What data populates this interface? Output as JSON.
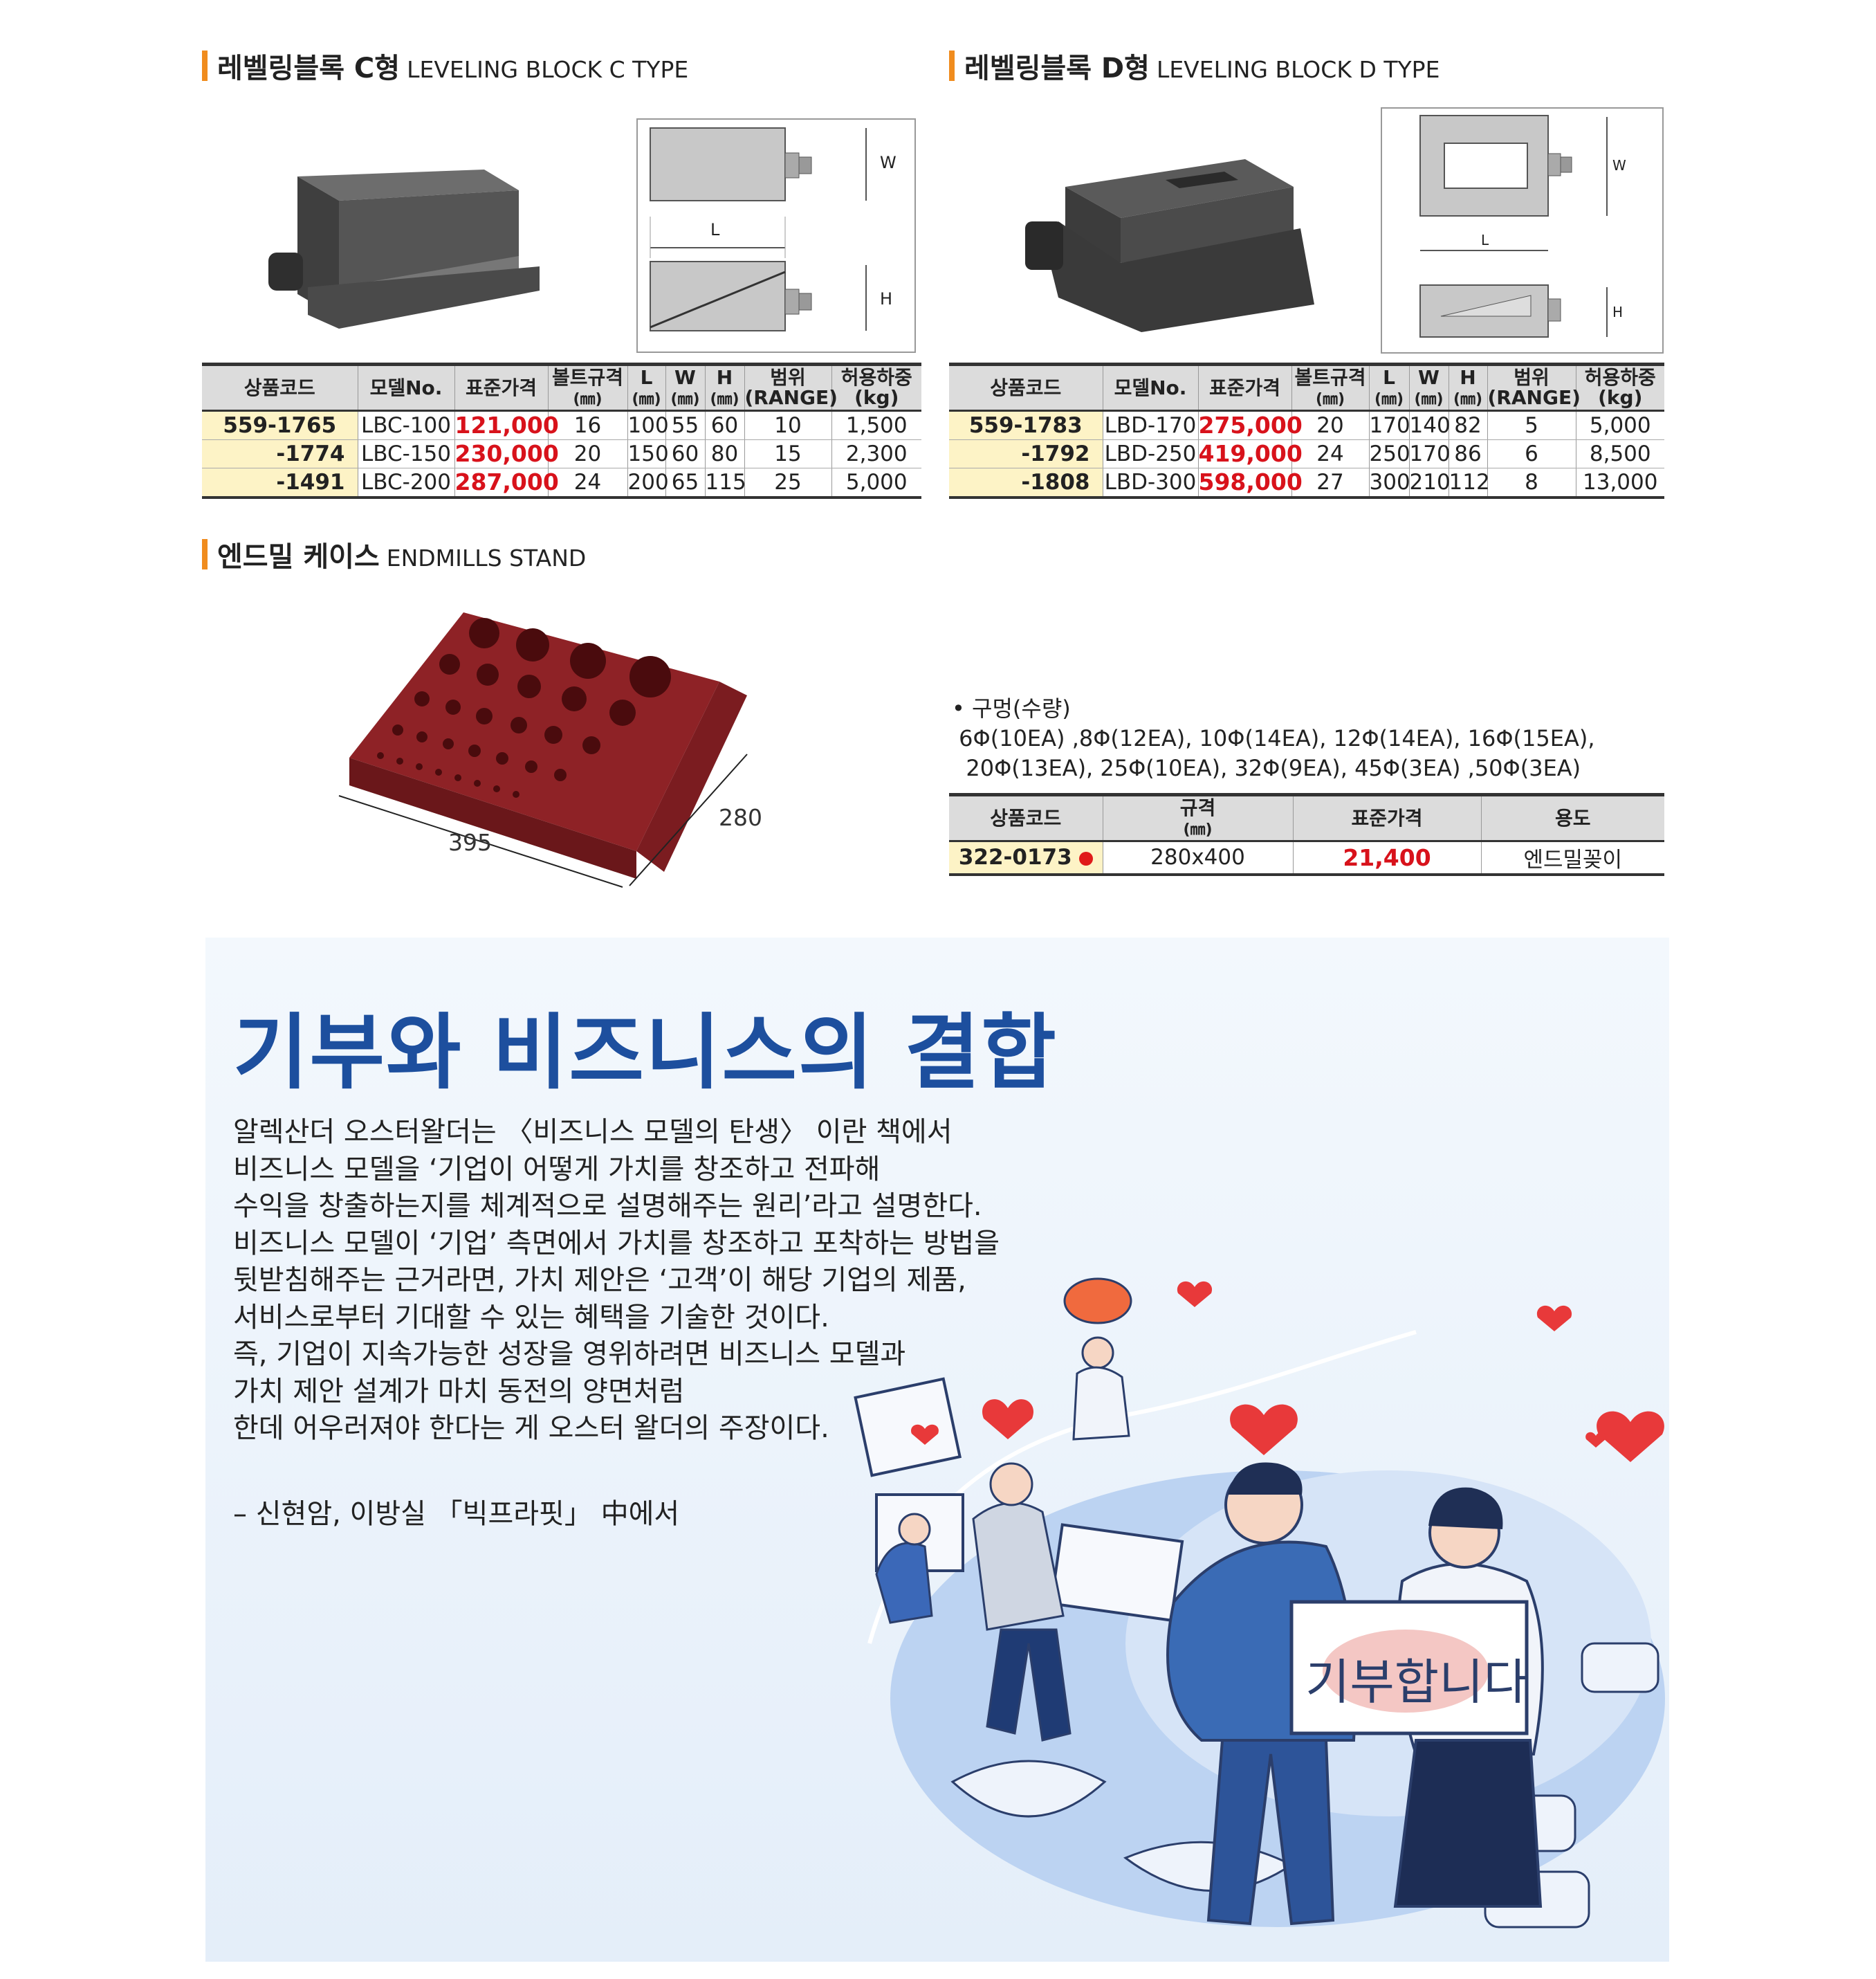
{
  "leveling_c": {
    "title_ko": "레벨링블록 C형",
    "title_en": "LEVELING BLOCK C TYPE",
    "dim_w": "W",
    "dim_l": "L",
    "dim_h": "H",
    "headers": {
      "code": "상품코드",
      "model": "모델No.",
      "price": "표준가격",
      "bolt": "볼트규격",
      "bolt_unit": "(㎜)",
      "l": "L",
      "l_unit": "(㎜)",
      "w": "W",
      "w_unit": "(㎜)",
      "h": "H",
      "h_unit": "(㎜)",
      "range": "범위",
      "range_en": "(RANGE)",
      "load": "허용하중",
      "load_unit": "(kg)"
    },
    "rows": [
      {
        "code": "559-1765",
        "model": "LBC-100",
        "price": "121,000",
        "bolt": "16",
        "l": "100",
        "w": "55",
        "h": "60",
        "range": "10",
        "load": "1,500"
      },
      {
        "code": "-1774",
        "model": "LBC-150",
        "price": "230,000",
        "bolt": "20",
        "l": "150",
        "w": "60",
        "h": "80",
        "range": "15",
        "load": "2,300"
      },
      {
        "code": "-1491",
        "model": "LBC-200",
        "price": "287,000",
        "bolt": "24",
        "l": "200",
        "w": "65",
        "h": "115",
        "range": "25",
        "load": "5,000"
      }
    ]
  },
  "leveling_d": {
    "title_ko": "레벨링블록 D형",
    "title_en": "LEVELING BLOCK D TYPE",
    "dim_w": "W",
    "dim_l": "L",
    "dim_h": "H",
    "headers": {
      "code": "상품코드",
      "model": "모델No.",
      "price": "표준가격",
      "bolt": "볼트규격",
      "bolt_unit": "(㎜)",
      "l": "L",
      "l_unit": "(㎜)",
      "w": "W",
      "w_unit": "(㎜)",
      "h": "H",
      "h_unit": "(㎜)",
      "range": "범위",
      "range_en": "(RANGE)",
      "load": "허용하중",
      "load_unit": "(kg)"
    },
    "rows": [
      {
        "code": "559-1783",
        "model": "LBD-170",
        "price": "275,000",
        "bolt": "20",
        "l": "170",
        "w": "140",
        "h": "82",
        "range": "5",
        "load": "5,000"
      },
      {
        "code": "-1792",
        "model": "LBD-250",
        "price": "419,000",
        "bolt": "24",
        "l": "250",
        "w": "170",
        "h": "86",
        "range": "6",
        "load": "8,500"
      },
      {
        "code": "-1808",
        "model": "LBD-300",
        "price": "598,000",
        "bolt": "27",
        "l": "300",
        "w": "210",
        "h": "112",
        "range": "8",
        "load": "13,000"
      }
    ]
  },
  "endmill": {
    "title_ko": "엔드밀 케이스",
    "title_en": "ENDMILLS STAND",
    "dim_length": "395",
    "dim_depth": "280",
    "holes_title": "• 구멍(수량)",
    "holes_line1": "6Φ(10EA) ,8Φ(12EA), 10Φ(14EA), 12Φ(14EA), 16Φ(15EA),",
    "holes_line2": "20Φ(13EA), 25Φ(10EA), 32Φ(9EA), 45Φ(3EA) ,50Φ(3EA)",
    "headers": {
      "code": "상품코드",
      "spec": "규격",
      "spec_unit": "(㎜)",
      "price": "표준가격",
      "use": "용도"
    },
    "row": {
      "code": "322-0173",
      "spec": "280x400",
      "price": "21,400",
      "use": "엔드밀꽂이"
    }
  },
  "banner": {
    "headline": "기부와 비즈니스의 결합",
    "lines": [
      "알렉산더 오스터왈더는 〈비즈니스 모델의 탄생〉 이란 책에서",
      "비즈니스 모델을 ‘기업이 어떻게 가치를 창조하고 전파해",
      "수익을 창출하는지를 체계적으로 설명해주는 원리’라고 설명한다.",
      "비즈니스 모델이 ‘기업’ 측면에서 가치를 창조하고 포착하는 방법을",
      "뒷받침해주는 근거라면, 가치 제안은 ‘고객’이 해당 기업의 제품,",
      "서비스로부터 기대할 수 있는 혜택을 기술한 것이다.",
      "즉, 기업이 지속가능한 성장을 영위하려면 비즈니스 모델과",
      "가치 제안 설계가 마치 동전의 양면처럼",
      "한데 어우러져야 한다는 게 오스터 왈더의 주장이다."
    ],
    "quote": "– 신현암, 이방실 「빅프라핏」 中에서",
    "sign_text": "기부합니다",
    "heart_color": "#e8393a",
    "primary_color": "#1d4f9e"
  }
}
